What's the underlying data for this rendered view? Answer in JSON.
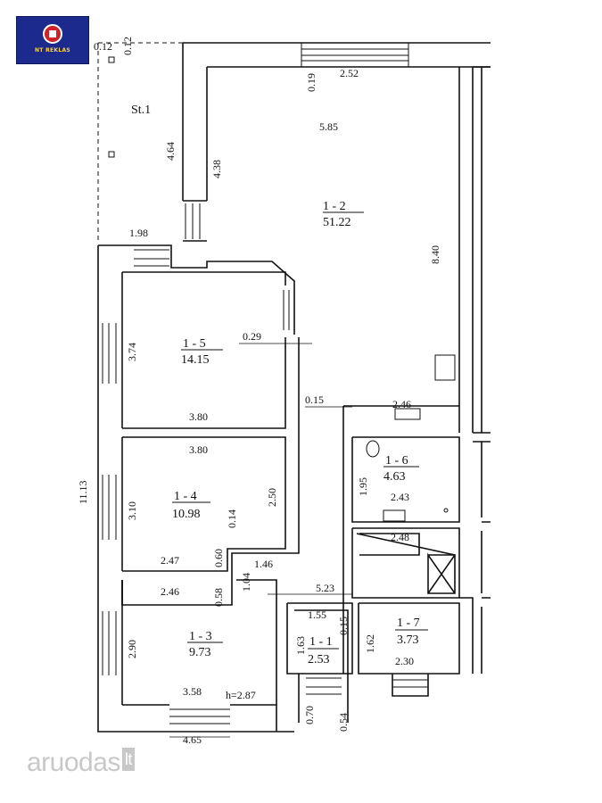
{
  "logo": {
    "text": "NT REKLAS",
    "icon": "house-logo-icon"
  },
  "watermark": {
    "brand": "aruodas",
    "suffix": "lt"
  },
  "annotations": {
    "st1": "St.1",
    "height": "h=2.87"
  },
  "rooms": [
    {
      "id": "1 - 2",
      "area": "51.22"
    },
    {
      "id": "1 - 5",
      "area": "14.15"
    },
    {
      "id": "1 - 4",
      "area": "10.98"
    },
    {
      "id": "1 - 3",
      "area": "9.73"
    },
    {
      "id": "1 - 6",
      "area": "4.63"
    },
    {
      "id": "1 - 1",
      "area": "2.53"
    },
    {
      "id": "1 - 7",
      "area": "3.73"
    }
  ],
  "dimensions": {
    "d012a": "0.12",
    "d012b": "0.12",
    "d464": "4.64",
    "d438": "4.38",
    "d019": "0.19",
    "d252": "2.52",
    "d585": "5.85",
    "d840": "8.40",
    "d198": "1.98",
    "d374": "3.74",
    "d029": "0.29",
    "d380a": "3.80",
    "d015a": "0.15",
    "d246a": "2.46",
    "d380b": "3.80",
    "d195": "1.95",
    "d243": "2.43",
    "d310": "3.10",
    "d250": "2.50",
    "d014": "0.14",
    "d1113": "11.13",
    "d248": "2.48",
    "d247": "2.47",
    "d060": "0.60",
    "d146": "1.46",
    "d246b": "2.46",
    "d058": "0.58",
    "d104": "1.04",
    "d523": "5.23",
    "d155": "1.55",
    "d015b": "0.15",
    "d163": "1.63",
    "d162": "1.62",
    "d290": "2.90",
    "d230": "2.30",
    "d358": "3.58",
    "d070": "0.70",
    "d054": "0.54",
    "d465": "4.65"
  }
}
